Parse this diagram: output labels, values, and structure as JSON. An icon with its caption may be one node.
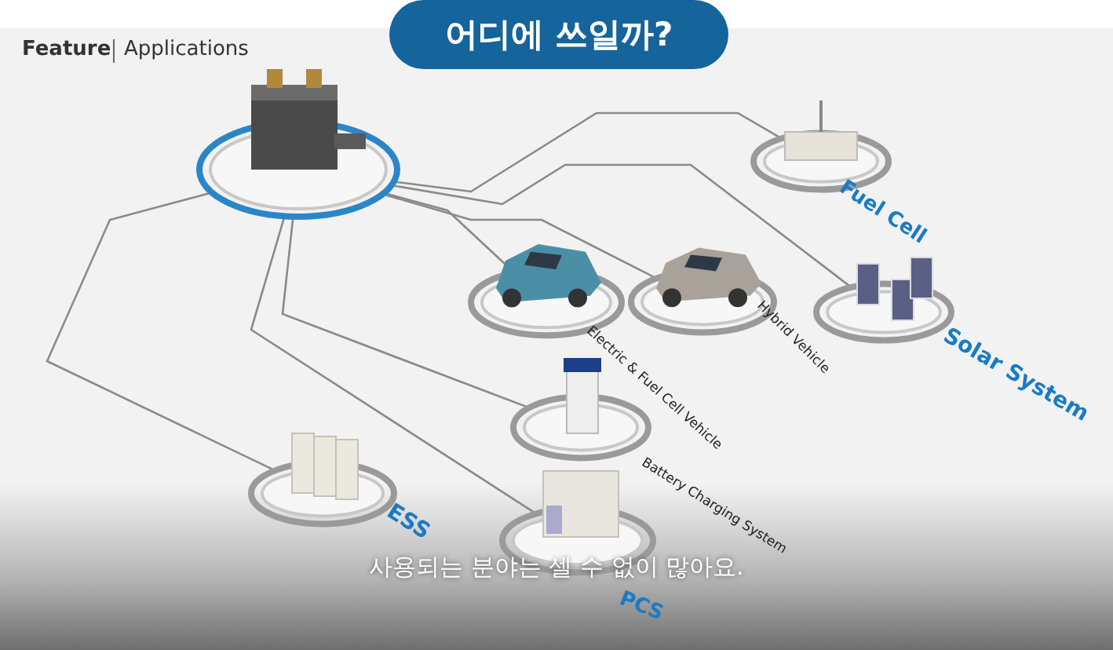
{
  "diagram": {
    "title": "어디에 쓰일까?",
    "caption": "사용되는 분야는 셀 수 없이 많아요.",
    "nodes": [
      {
        "text": [],
        "shape": "picture"
      },
      {
        "text": [],
        "shape": "picture",
        "beside": [
          "Fuel Cell"
        ]
      },
      {
        "text": [],
        "shape": "picture",
        "beside": [
          "Electric & Fuel Cell Vehicle"
        ]
      },
      {
        "text": [],
        "shape": "picture",
        "beside": [
          "Hybrid Vehicle"
        ]
      },
      {
        "text": [],
        "shape": "picture",
        "beside": [
          "Solar System"
        ]
      },
      {
        "text": [],
        "shape": "picture",
        "beside": [
          "Battery Charging System"
        ]
      },
      {
        "text": [],
        "shape": "picture",
        "beside": [
          "ESS"
        ]
      },
      {
        "text": [],
        "shape": "picture",
        "beside": [
          "PCS"
        ]
      }
    ],
    "edges": [
      {
        "from": 0,
        "to": 1,
        "arrow": "none"
      },
      {
        "from": 0,
        "to": 2,
        "arrow": "none"
      },
      {
        "from": 0,
        "to": 3,
        "arrow": "none"
      },
      {
        "from": 0,
        "to": 4,
        "arrow": "none"
      },
      {
        "from": 0,
        "to": 5,
        "arrow": "none"
      },
      {
        "from": 0,
        "to": 6,
        "arrow": "none"
      },
      {
        "from": 0,
        "to": 7,
        "arrow": "none"
      }
    ],
    "labels": [
      "Feature",
      "Applications"
    ]
  }
}
